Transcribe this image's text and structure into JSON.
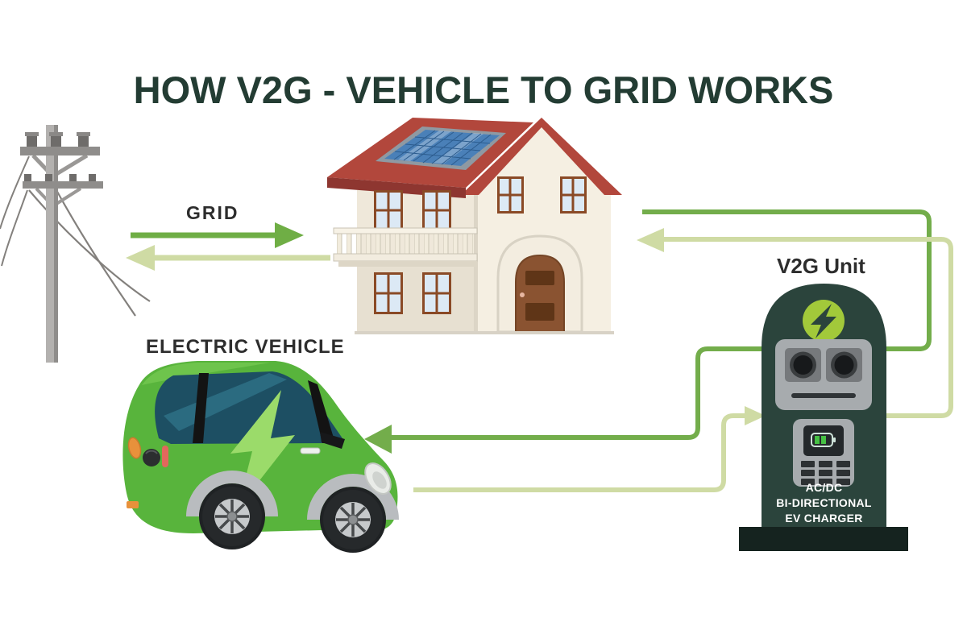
{
  "title": "HOW V2G - VEHICLE TO GRID WORKS",
  "labels": {
    "grid": "GRID",
    "electric_vehicle": "ELECTRIC VEHICLE",
    "v2g_unit": "V2G Unit"
  },
  "charger": {
    "line1": "AC/DC",
    "line2": "BI-DIRECTIONAL",
    "line3": "EV CHARGER"
  },
  "icons": {
    "station_badge": "lightning-bolt",
    "car_decal": "lightning-bolt-arrow",
    "station_screen": "battery-charging"
  },
  "colors": {
    "title_text": "#233c33",
    "label_text": "#2d2d2d",
    "flow_green": "#73ad4b",
    "flow_light_green": "#cfdba4",
    "car_body_green": "#58b43c",
    "car_bolt_green": "#9bdb6a",
    "station_body_green": "#2b443c",
    "station_badge_lime": "#a2c93a",
    "station_base": "#15231f",
    "roof_red": "#b2473c",
    "solar_panel_blue": "#4a80b8",
    "wall_cream": "#efe8da",
    "charger_text": "#ffffff"
  }
}
